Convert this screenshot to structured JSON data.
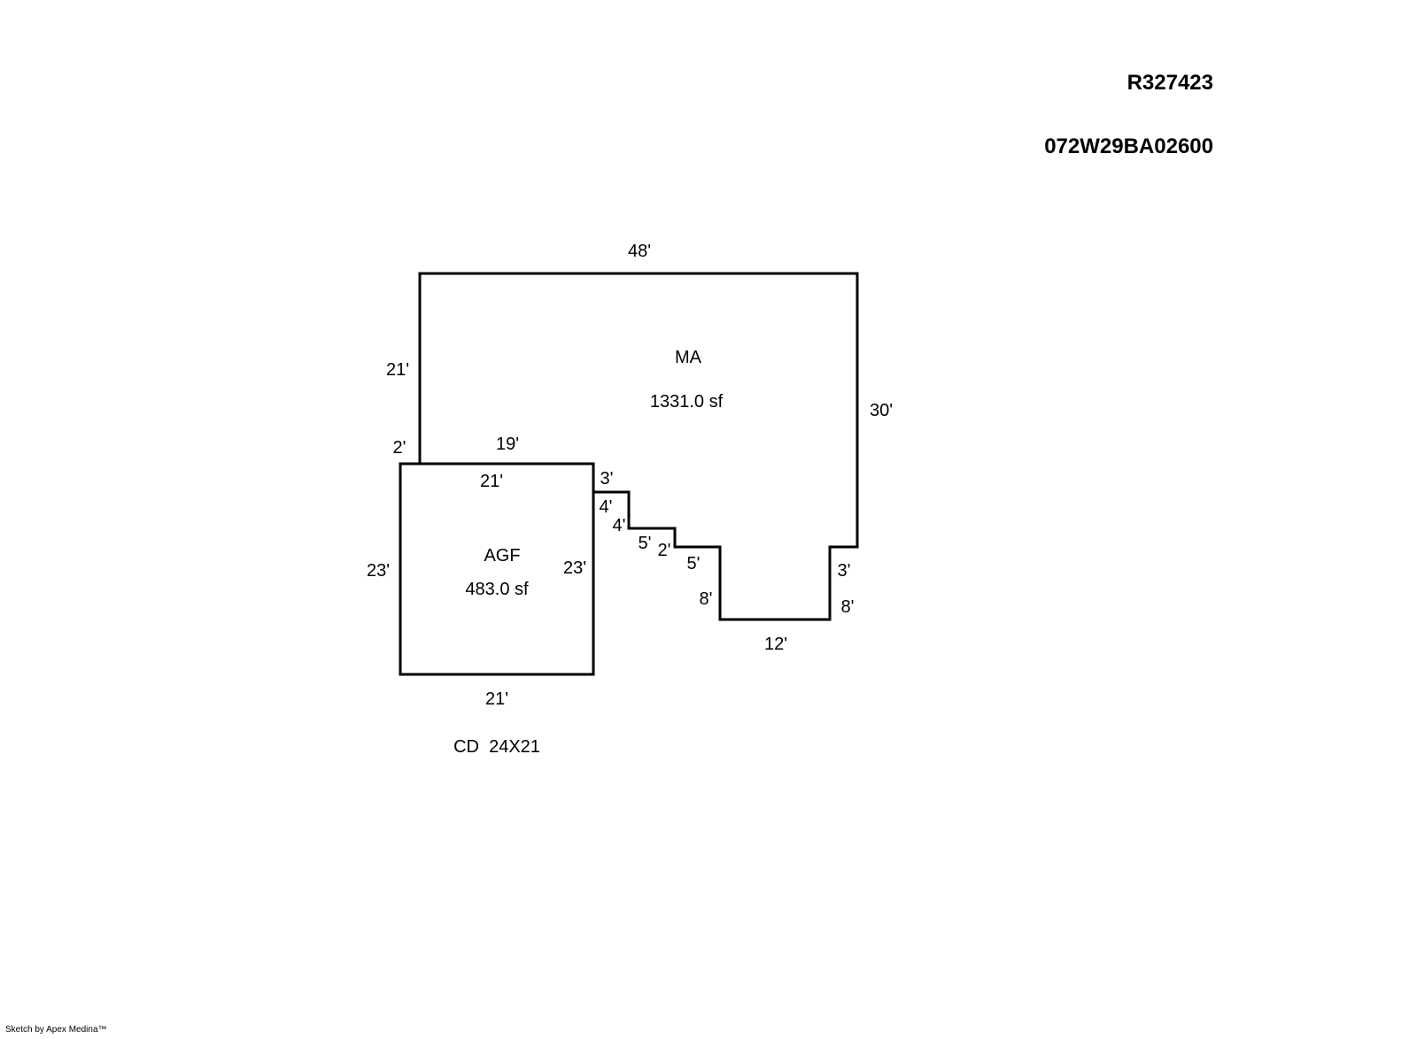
{
  "header": {
    "account_id": "R327423",
    "map_tax_lot": "072W29BA02600"
  },
  "areas": [
    {
      "code": "MA",
      "area": "1331.0 sf"
    },
    {
      "code": "AGF",
      "area": "483.0 sf"
    }
  ],
  "dimensions": {
    "ma_top": "48'",
    "ma_left_upper": "21'",
    "ma_left_lower": "2'",
    "ma_right": "30'",
    "ma_bottom_left": "19'",
    "agf_top": "21'",
    "step1_v": "3'",
    "step1_h": "4'",
    "step2_v": "4'",
    "step2_h": "5'",
    "step3_v": "2'",
    "step3_h": "5'",
    "notch_left": "8'",
    "notch_bottom": "12'",
    "notch_right_lower": "8'",
    "notch_right_upper": "3'",
    "agf_left": "23'",
    "agf_right": "23'",
    "agf_bottom": "21'"
  },
  "note": "CD  24X21",
  "footer": "Sketch by Apex Medina™"
}
